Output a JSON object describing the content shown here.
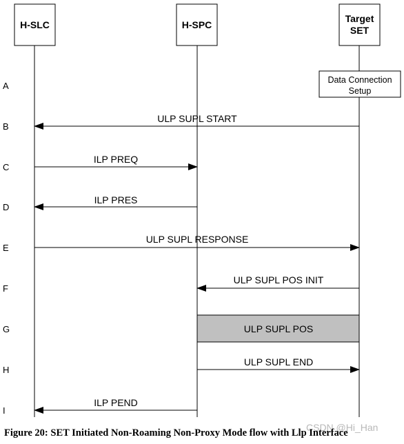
{
  "entities": [
    {
      "id": "hslc",
      "label": "H-SLC"
    },
    {
      "id": "hspc",
      "label": "H-SPC"
    },
    {
      "id": "set",
      "label_lines": [
        "Target",
        "SET"
      ]
    }
  ],
  "steps": [
    "A",
    "B",
    "C",
    "D",
    "E",
    "F",
    "G",
    "H",
    "I"
  ],
  "messages": [
    {
      "step": "A",
      "kind": "note",
      "on": "set",
      "lines": [
        "Data Connection",
        "Setup"
      ]
    },
    {
      "step": "B",
      "kind": "arrow",
      "from": "set",
      "to": "hslc",
      "label": "ULP SUPL START"
    },
    {
      "step": "C",
      "kind": "arrow",
      "from": "hslc",
      "to": "hspc",
      "label": "ILP PREQ"
    },
    {
      "step": "D",
      "kind": "arrow",
      "from": "hspc",
      "to": "hslc",
      "label": "ILP PRES"
    },
    {
      "step": "E",
      "kind": "arrow",
      "from": "hslc",
      "to": "set",
      "label": "ULP SUPL RESPONSE"
    },
    {
      "step": "F",
      "kind": "arrow",
      "from": "set",
      "to": "hspc",
      "label": "ULP SUPL POS INIT"
    },
    {
      "step": "G",
      "kind": "box",
      "from": "hspc",
      "to": "set",
      "label": "ULP SUPL POS",
      "fill": "#c0c0c0"
    },
    {
      "step": "H",
      "kind": "arrow",
      "from": "hspc",
      "to": "set",
      "label": "ULP SUPL END"
    },
    {
      "step": "I",
      "kind": "arrow",
      "from": "hspc",
      "to": "hslc",
      "label": "ILP PEND"
    }
  ],
  "caption": "Figure 20: SET Initiated Non-Roaming Non-Proxy Mode flow with Llp Interface",
  "watermark": "CSDN @Hi_Han",
  "colors": {
    "line": "#000000",
    "box_fill": "#c0c0c0"
  }
}
